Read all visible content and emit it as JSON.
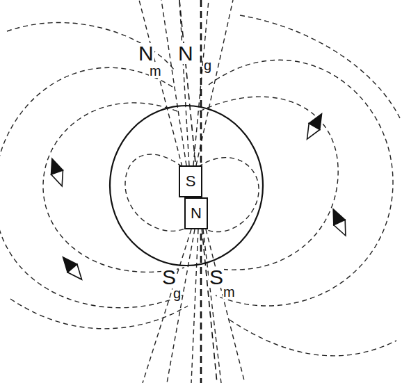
{
  "diagram": {
    "nodes": [
      {
        "text": [
          "S"
        ]
      },
      {
        "text": [
          "N"
        ]
      }
    ],
    "labels": [
      "N",
      "m",
      "N",
      "g",
      "S",
      "g",
      "S",
      "m"
    ]
  }
}
